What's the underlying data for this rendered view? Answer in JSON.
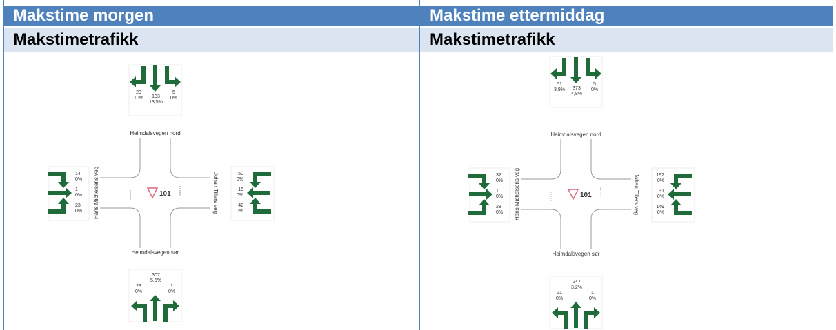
{
  "columns": [
    {
      "header": "Makstime morgen",
      "subheader": "Makstimetrafikk",
      "diagram": {
        "roads": {
          "north": "Heimdalsvegen nord",
          "south": "Heimdalsvegen sør",
          "west": "Hans Michelsens veg",
          "east": "Johan Tillers veg"
        },
        "junction_label": "101",
        "north": {
          "left": [
            "20",
            "10%"
          ],
          "through": [
            "133",
            "13,5%"
          ],
          "right": [
            "5",
            "0%"
          ]
        },
        "south": {
          "left": [
            "23",
            "0%"
          ],
          "through": [
            "307",
            "5,5%"
          ],
          "right": [
            "1",
            "0%"
          ]
        },
        "west": {
          "left": [
            "14",
            "0%"
          ],
          "through": [
            "1",
            "0%"
          ],
          "right": [
            "23",
            "0%"
          ]
        },
        "east": {
          "right": [
            "50",
            "0%"
          ],
          "through": [
            "15",
            "0%"
          ],
          "left": [
            "42",
            "0%"
          ]
        }
      }
    },
    {
      "header": "Makstime ettermiddag",
      "subheader": "Makstimetrafikk",
      "diagram": {
        "roads": {
          "north": "Heimdalsvegen nord",
          "south": "Heimdalsvegen sør",
          "west": "Hans Michelsens veg",
          "east": "Johan Tillers veg"
        },
        "junction_label": "101",
        "north": {
          "left": [
            "51",
            "3,9%"
          ],
          "through": [
            "373",
            "4,8%"
          ],
          "right": [
            "5",
            "0%"
          ]
        },
        "south": {
          "left": [
            "21",
            "0%"
          ],
          "through": [
            "247",
            "3,2%"
          ],
          "right": [
            "1",
            "0%"
          ]
        },
        "west": {
          "left": [
            "32",
            "0%"
          ],
          "through": [
            "1",
            "0%"
          ],
          "right": [
            "28",
            "0%"
          ]
        },
        "east": {
          "right": [
            "192",
            "0%"
          ],
          "through": [
            "31",
            "0%"
          ],
          "left": [
            "149",
            "0%"
          ]
        }
      }
    }
  ],
  "colors": {
    "header_bg": "#4f81bd",
    "subheader_bg": "#dbe5f1",
    "arrow": "#1f6b3a",
    "yield": "#d9667a"
  }
}
